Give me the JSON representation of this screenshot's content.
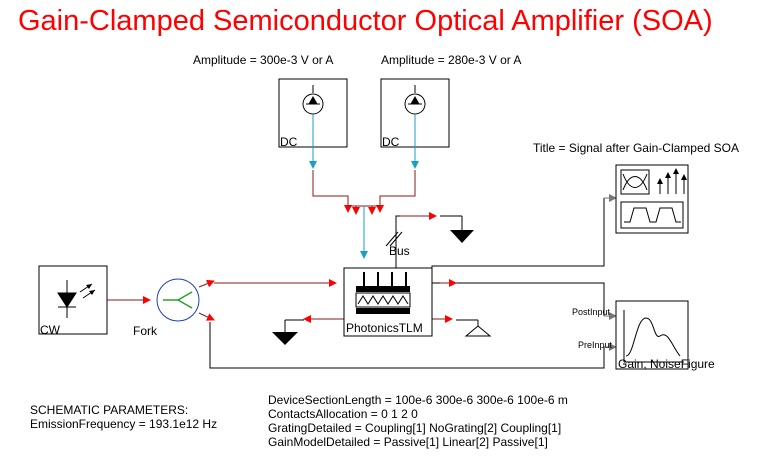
{
  "title": "Gain-Clamped Semiconductor Optical Amplifier (SOA)",
  "sources": [
    {
      "param": "Amplitude = 300e-3 V or A",
      "label": "DC"
    },
    {
      "param": "Amplitude = 280e-3 V or A",
      "label": "DC"
    }
  ],
  "laser": {
    "label": "CW"
  },
  "fork": {
    "label": "Fork"
  },
  "tlm": {
    "label": "PhotonicsTLM"
  },
  "bus": {
    "label": "Bus"
  },
  "scope": {
    "title_param": "Title = Signal after Gain-Clamped SOA"
  },
  "gain_analyzer": {
    "label": "Gain, NoiseFigure",
    "port_post": "PostInput",
    "port_pre": "PreInput"
  },
  "schematic_params": {
    "heading": "SCHEMATIC PARAMETERS:",
    "emission": "EmissionFrequency = 193.1e12 Hz"
  },
  "tlm_params": [
    "DeviceSectionLength = 100e-6 300e-6 300e-6 100e-6 m",
    "ContactsAllocation = 0 1 2 0",
    "GratingDetailed = Coupling[1] NoGrating[2] Coupling[1]",
    "GainModelDetailed = Passive[1] Linear[2] Passive[1]"
  ],
  "colors": {
    "electrical": "#1a9fc4",
    "optical": "#8b1a1a",
    "arrow": "#ff0000",
    "title": "#ff0000"
  }
}
